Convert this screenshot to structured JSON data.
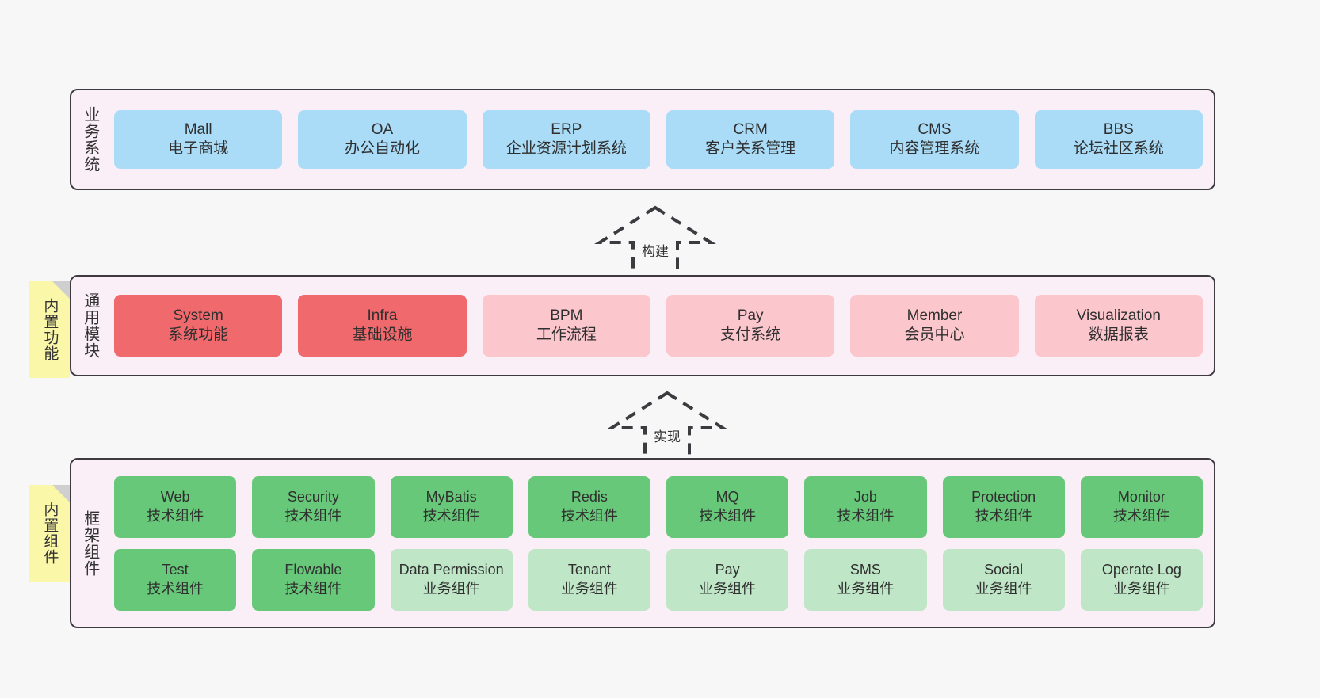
{
  "diagram": {
    "background_color": "#f7f7f7",
    "panel_color": "#faeef7",
    "panel_border_color": "#3d3b40"
  },
  "notes": [
    {
      "id": "builtin-features",
      "text": "内置功能",
      "color": "#fbf7a8"
    },
    {
      "id": "builtin-components",
      "text": "内置组件",
      "color": "#fbf7a8"
    }
  ],
  "connectors": [
    {
      "id": "build",
      "label": "构建",
      "style": "dashed-generalization-up"
    },
    {
      "id": "realize",
      "label": "实现",
      "style": "dashed-generalization-up"
    }
  ],
  "layers": [
    {
      "id": "business",
      "title": "业务系统",
      "rows": [
        {
          "cards": [
            {
              "en": "Mall",
              "cn": "电子商城",
              "color": "#aadcf8",
              "variant": "blue"
            },
            {
              "en": "OA",
              "cn": "办公自动化",
              "color": "#aadcf8",
              "variant": "blue"
            },
            {
              "en": "ERP",
              "cn": "企业资源计划系统",
              "color": "#aadcf8",
              "variant": "blue"
            },
            {
              "en": "CRM",
              "cn": "客户关系管理",
              "color": "#aadcf8",
              "variant": "blue"
            },
            {
              "en": "CMS",
              "cn": "内容管理系统",
              "color": "#aadcf8",
              "variant": "blue"
            },
            {
              "en": "BBS",
              "cn": "论坛社区系统",
              "color": "#aadcf8",
              "variant": "blue"
            }
          ]
        }
      ]
    },
    {
      "id": "modules",
      "title": "通用模块",
      "rows": [
        {
          "cards": [
            {
              "en": "System",
              "cn": "系统功能",
              "color": "#f0696d",
              "variant": "red"
            },
            {
              "en": "Infra",
              "cn": "基础设施",
              "color": "#f0696d",
              "variant": "red"
            },
            {
              "en": "BPM",
              "cn": "工作流程",
              "color": "#fcc6cd",
              "variant": "pink"
            },
            {
              "en": "Pay",
              "cn": "支付系统",
              "color": "#fcc6cd",
              "variant": "pink"
            },
            {
              "en": "Member",
              "cn": "会员中心",
              "color": "#fcc6cd",
              "variant": "pink"
            },
            {
              "en": "Visualization",
              "cn": "数据报表",
              "color": "#fcc6cd",
              "variant": "pink"
            }
          ]
        }
      ]
    },
    {
      "id": "framework",
      "title": "框架组件",
      "rows": [
        {
          "cards": [
            {
              "en": "Web",
              "cn": "技术组件",
              "color": "#66c878",
              "variant": "green"
            },
            {
              "en": "Security",
              "cn": "技术组件",
              "color": "#66c878",
              "variant": "green"
            },
            {
              "en": "MyBatis",
              "cn": "技术组件",
              "color": "#66c878",
              "variant": "green"
            },
            {
              "en": "Redis",
              "cn": "技术组件",
              "color": "#66c878",
              "variant": "green"
            },
            {
              "en": "MQ",
              "cn": "技术组件",
              "color": "#66c878",
              "variant": "green"
            },
            {
              "en": "Job",
              "cn": "技术组件",
              "color": "#66c878",
              "variant": "green"
            },
            {
              "en": "Protection",
              "cn": "技术组件",
              "color": "#66c878",
              "variant": "green"
            },
            {
              "en": "Monitor",
              "cn": "技术组件",
              "color": "#66c878",
              "variant": "green"
            }
          ]
        },
        {
          "cards": [
            {
              "en": "Test",
              "cn": "技术组件",
              "color": "#66c878",
              "variant": "green"
            },
            {
              "en": "Flowable",
              "cn": "技术组件",
              "color": "#66c878",
              "variant": "green"
            },
            {
              "en": "Data Permission",
              "cn": "业务组件",
              "color": "#bfe6c6",
              "variant": "lightgreen"
            },
            {
              "en": "Tenant",
              "cn": "业务组件",
              "color": "#bfe6c6",
              "variant": "lightgreen"
            },
            {
              "en": "Pay",
              "cn": "业务组件",
              "color": "#bfe6c6",
              "variant": "lightgreen"
            },
            {
              "en": "SMS",
              "cn": "业务组件",
              "color": "#bfe6c6",
              "variant": "lightgreen"
            },
            {
              "en": "Social",
              "cn": "业务组件",
              "color": "#bfe6c6",
              "variant": "lightgreen"
            },
            {
              "en": "Operate Log",
              "cn": "业务组件",
              "color": "#bfe6c6",
              "variant": "lightgreen"
            }
          ]
        }
      ]
    }
  ]
}
